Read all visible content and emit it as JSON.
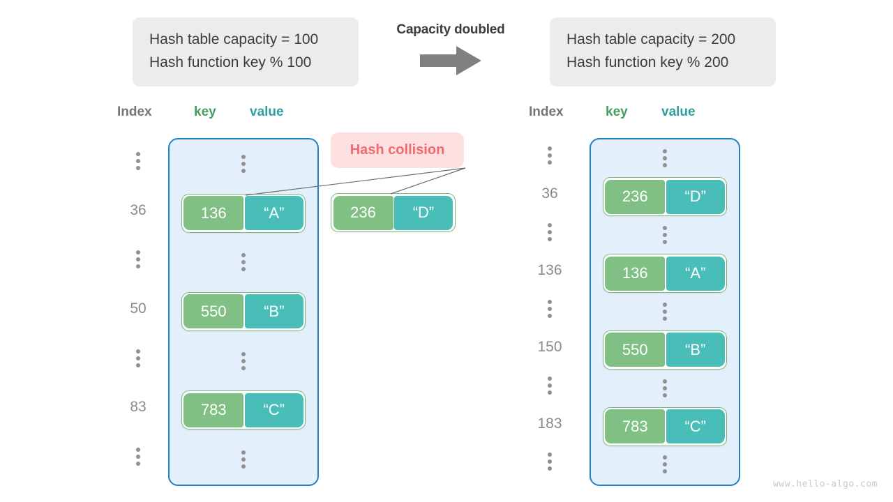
{
  "watermark": "www.hello-algo.com",
  "transition": {
    "label": "Capacity doubled",
    "arrow_icon": "right-arrow-icon",
    "arrow_color": "#808080"
  },
  "colors": {
    "key_box": "#80c084",
    "value_box": "#49bdb8",
    "panel_fill": "#e3f0fb",
    "panel_border": "#1f81c8",
    "collision_bg": "#fce0e2",
    "collision_text": "#f26a6e",
    "info_bg": "#ececec",
    "index_text": "#8a8a8a",
    "header_index": "#757575",
    "header_key": "#41a05f",
    "header_value": "#2f9e9e"
  },
  "collision_badge": {
    "label": "Hash collision"
  },
  "before": {
    "info": {
      "capacity_line": "Hash table capacity = 100",
      "function_line": "Hash function key % 100"
    },
    "headers": {
      "index": "Index",
      "key": "key",
      "value": "value"
    },
    "indices": [
      "⋮",
      "36",
      "⋮",
      "50",
      "⋮",
      "83",
      "⋮"
    ],
    "slots": [
      {
        "type": "ellipsis"
      },
      {
        "type": "entry",
        "key": "136",
        "value": "“A”"
      },
      {
        "type": "ellipsis"
      },
      {
        "type": "entry",
        "key": "550",
        "value": "“B”"
      },
      {
        "type": "ellipsis"
      },
      {
        "type": "entry",
        "key": "783",
        "value": "“C”"
      },
      {
        "type": "ellipsis"
      }
    ],
    "overflow_entry": {
      "key": "236",
      "value": "“D”"
    }
  },
  "after": {
    "info": {
      "capacity_line": "Hash table capacity = 200",
      "function_line": "Hash function key % 200"
    },
    "headers": {
      "index": "Index",
      "key": "key",
      "value": "value"
    },
    "indices": [
      "⋮",
      "36",
      "⋮",
      "136",
      "⋮",
      "150",
      "⋮",
      "183",
      "⋮"
    ],
    "slots": [
      {
        "type": "ellipsis"
      },
      {
        "type": "entry",
        "key": "236",
        "value": "“D”"
      },
      {
        "type": "ellipsis"
      },
      {
        "type": "entry",
        "key": "136",
        "value": "“A”"
      },
      {
        "type": "ellipsis"
      },
      {
        "type": "entry",
        "key": "550",
        "value": "“B”"
      },
      {
        "type": "ellipsis"
      },
      {
        "type": "entry",
        "key": "783",
        "value": "“C”"
      },
      {
        "type": "ellipsis"
      }
    ]
  }
}
